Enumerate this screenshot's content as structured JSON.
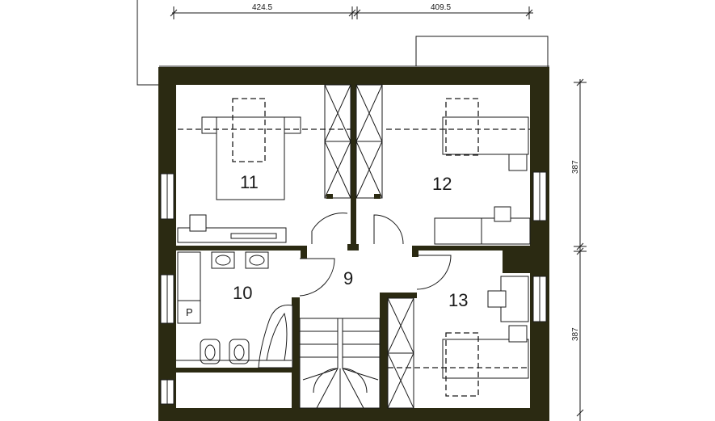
{
  "dimensions": {
    "top_left": "424.5",
    "top_right": "409.5",
    "right_upper": "387",
    "right_lower": "387"
  },
  "rooms": {
    "r9": "9",
    "r10": "10",
    "r11": "11",
    "r12": "12",
    "r13": "13"
  },
  "fixtures": {
    "p_label": "P"
  },
  "colors": {
    "wall": "#2b2a12",
    "line": "#1a1a1a"
  }
}
